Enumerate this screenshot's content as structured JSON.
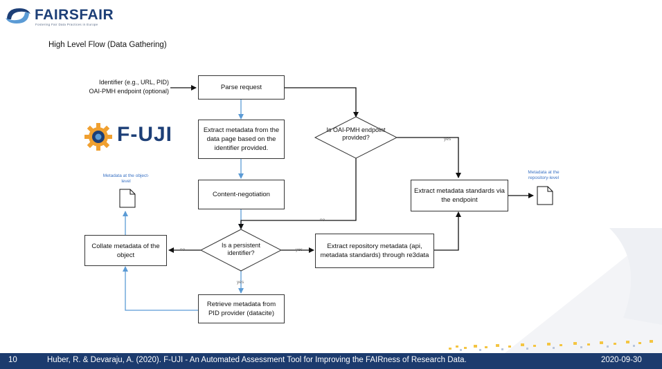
{
  "header": {
    "logo_name": "FAIRSFAIR",
    "logo_tagline": "Fostering Fair Data Practices in Europe",
    "title": "High Level Flow (Data Gathering)"
  },
  "fuji_logo": {
    "text": "F-UJI",
    "icon": "gear-icon"
  },
  "diagram": {
    "input_label_1": "Identifier (e.g., URL, PID)",
    "input_label_2": "OAI-PMH endpoint (optional)",
    "parse_request": "Parse request",
    "extract_metadata_page": "Extract metadata from the data page based on the identifier provided.",
    "oai_decision": "Is OAI-PMH endpoint provided?",
    "yes_1": "yes",
    "no_1": "no",
    "content_negotiation": "Content-negotiation",
    "pid_decision": "Is a persistent identifier?",
    "no_2": "no",
    "yes_2": "yes",
    "yes_3": "yes",
    "collate_metadata": "Collate metadata of the object",
    "extract_repo_metadata": "Extract repository metadata (api, metadata standards) through re3data",
    "extract_standards": "Extract metadata standards via the endpoint",
    "retrieve_pid": "Retrieve metadata from PID provider (datacite)",
    "object_level_label": "Metadata at the object-level",
    "repo_level_label": "Metadata at the repository-level"
  },
  "footer": {
    "page_number": "10",
    "citation": "Huber, R. & Devaraju, A.  (2020). F-UJI - An Automated Assessment Tool for Improving the FAIRness of Research Data.",
    "date": "2020-09-30"
  },
  "colors": {
    "brand_navy": "#1d3f77",
    "arrow_blue": "#5b9bd5",
    "footer_bg": "#1c3b6e",
    "accent_yellow": "#f4c542"
  }
}
